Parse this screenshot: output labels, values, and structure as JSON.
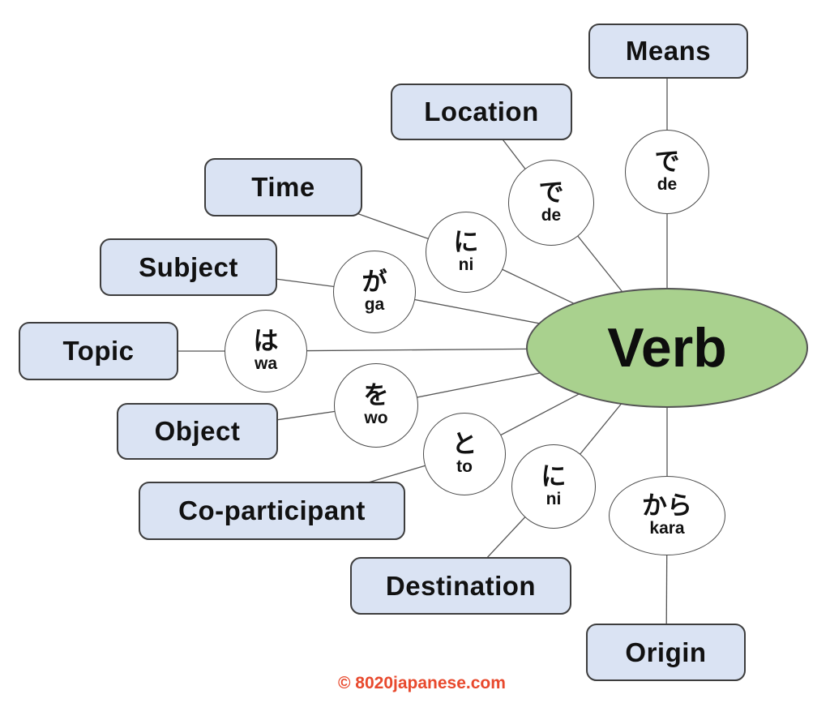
{
  "diagram": {
    "title_node": {
      "label": "Verb"
    },
    "spokes": [
      {
        "role": "Means",
        "particle_jp": "で",
        "particle_romaji": "de"
      },
      {
        "role": "Location",
        "particle_jp": "で",
        "particle_romaji": "de"
      },
      {
        "role": "Time",
        "particle_jp": "に",
        "particle_romaji": "ni"
      },
      {
        "role": "Subject",
        "particle_jp": "が",
        "particle_romaji": "ga"
      },
      {
        "role": "Topic",
        "particle_jp": "は",
        "particle_romaji": "wa"
      },
      {
        "role": "Object",
        "particle_jp": "を",
        "particle_romaji": "wo"
      },
      {
        "role": "Co-participant",
        "particle_jp": "と",
        "particle_romaji": "to"
      },
      {
        "role": "Destination",
        "particle_jp": "に",
        "particle_romaji": "ni"
      },
      {
        "role": "Origin",
        "particle_jp": "から",
        "particle_romaji": "kara"
      }
    ],
    "colors": {
      "role_box_fill": "#dae3f3",
      "role_box_border": "#3d3d3d",
      "particle_circle_fill": "#ffffff",
      "verb_fill": "#a9d18e",
      "connector": "#555555",
      "copyright_text": "#e8492d"
    },
    "footer": {
      "copyright": "© 8020japanese.com"
    }
  }
}
